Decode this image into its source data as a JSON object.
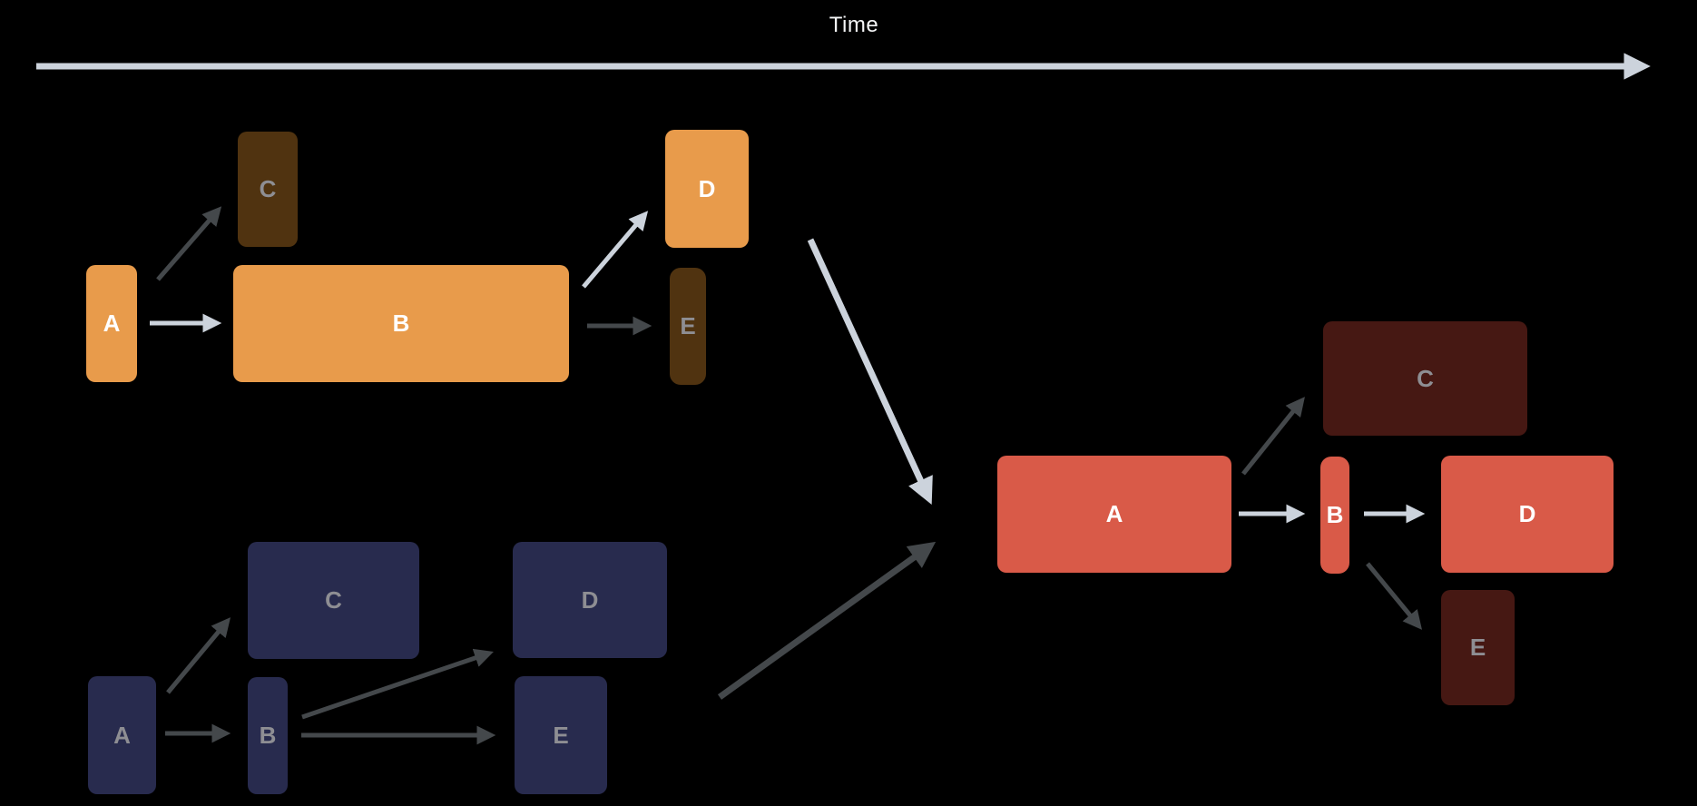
{
  "timeline": {
    "label": "Time"
  },
  "palette": {
    "background": "#000000",
    "bright_arrow": "#ccd3dc",
    "dim_arrow": "#44484b",
    "cluster1_bright": "#e89b4b",
    "cluster1_dim": "#503310",
    "cluster2_dim": "#282b4e",
    "cluster3_bright": "#d95a48",
    "cluster3_dim": "#461813",
    "bright_label": "#ffffff",
    "dim_label": "#8e8e93"
  },
  "clusters": [
    {
      "id": "top-left-orange",
      "nodes": [
        {
          "label": "A",
          "state": "bright"
        },
        {
          "label": "B",
          "state": "bright"
        },
        {
          "label": "C",
          "state": "dim"
        },
        {
          "label": "D",
          "state": "bright"
        },
        {
          "label": "E",
          "state": "dim"
        }
      ],
      "edges": [
        {
          "from": "A",
          "to": "C",
          "state": "dim"
        },
        {
          "from": "A",
          "to": "B",
          "state": "bright"
        },
        {
          "from": "B",
          "to": "D",
          "state": "bright"
        },
        {
          "from": "B",
          "to": "E",
          "state": "dim"
        }
      ]
    },
    {
      "id": "bottom-left-navy",
      "nodes": [
        {
          "label": "A",
          "state": "dim"
        },
        {
          "label": "B",
          "state": "dim"
        },
        {
          "label": "C",
          "state": "dim"
        },
        {
          "label": "D",
          "state": "dim"
        },
        {
          "label": "E",
          "state": "dim"
        }
      ],
      "edges": [
        {
          "from": "A",
          "to": "C",
          "state": "dim"
        },
        {
          "from": "A",
          "to": "B",
          "state": "dim"
        },
        {
          "from": "B",
          "to": "D",
          "state": "dim"
        },
        {
          "from": "B",
          "to": "E",
          "state": "dim"
        }
      ]
    },
    {
      "id": "right-red",
      "nodes": [
        {
          "label": "A",
          "state": "bright"
        },
        {
          "label": "B",
          "state": "bright"
        },
        {
          "label": "C",
          "state": "dim"
        },
        {
          "label": "D",
          "state": "bright"
        },
        {
          "label": "E",
          "state": "dim"
        }
      ],
      "edges": [
        {
          "from": "A",
          "to": "C",
          "state": "dim"
        },
        {
          "from": "A",
          "to": "B",
          "state": "bright"
        },
        {
          "from": "B",
          "to": "D",
          "state": "bright"
        },
        {
          "from": "B",
          "to": "E",
          "state": "dim"
        }
      ]
    }
  ],
  "transitions": [
    {
      "from": "top-left-orange",
      "to": "right-red",
      "state": "bright"
    },
    {
      "from": "bottom-left-navy",
      "to": "right-red",
      "state": "dim"
    }
  ]
}
